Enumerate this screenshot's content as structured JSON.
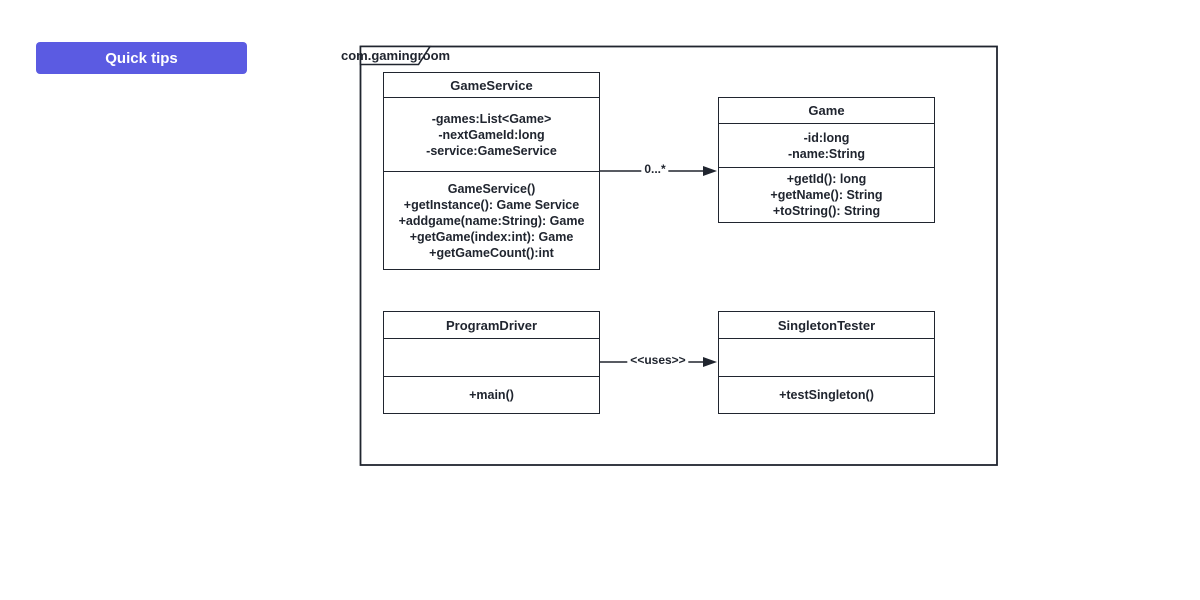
{
  "quick_tips": {
    "label": "Quick tips"
  },
  "package": {
    "name": "com.gamingroom"
  },
  "classes": [
    {
      "title": "GameService",
      "attributes": [
        "-games:List<Game>",
        "-nextGameId:long",
        "-service:GameService"
      ],
      "methods": [
        "GameService()",
        "+getInstance(): Game Service",
        "+addgame(name:String): Game",
        "+getGame(index:int): Game",
        "+getGameCount():int"
      ]
    },
    {
      "title": "Game",
      "attributes": [
        "-id:long",
        "-name:String"
      ],
      "methods": [
        "+getId(): long",
        "+getName(): String",
        "+toString(): String"
      ]
    },
    {
      "title": "ProgramDriver",
      "attributes": [],
      "methods": [
        "+main()"
      ]
    },
    {
      "title": "SingletonTester",
      "attributes": [],
      "methods": [
        "+testSingleton()"
      ]
    }
  ],
  "relationships": [
    {
      "from": "GameService",
      "to": "Game",
      "type": "association",
      "label": "0...*"
    },
    {
      "from": "ProgramDriver",
      "to": "SingletonTester",
      "type": "dependency",
      "label": "<<uses>>"
    }
  ],
  "colors": {
    "accent": "#5b5be2",
    "line": "#20252f",
    "background": "#ffffff"
  }
}
